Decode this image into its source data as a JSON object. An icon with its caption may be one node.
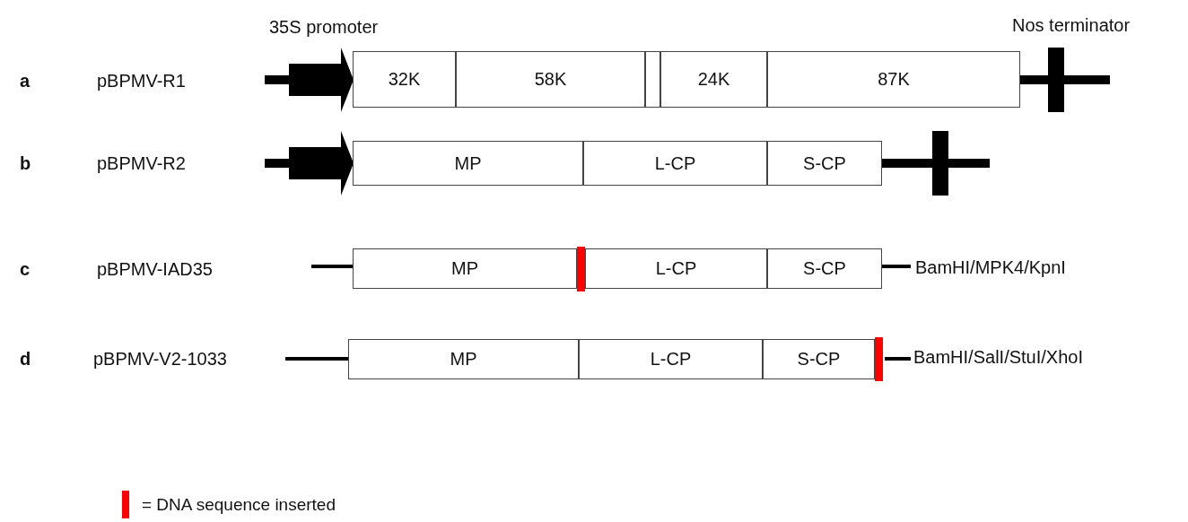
{
  "diagram": {
    "nodes": [
      {
        "text": [
          "32K"
        ]
      },
      {
        "text": [
          "58K"
        ]
      },
      {
        "text": [],
        "shape": "box"
      },
      {
        "text": [
          "24K"
        ]
      },
      {
        "text": [
          "87K"
        ]
      },
      {
        "text": [
          "MP"
        ]
      },
      {
        "text": [
          "L-CP"
        ]
      },
      {
        "text": [
          "S-CP"
        ]
      },
      {
        "text": [
          "MP"
        ]
      },
      {
        "text": [
          "L-CP"
        ]
      },
      {
        "text": [
          "S-CP"
        ]
      },
      {
        "text": [
          "MP"
        ]
      },
      {
        "text": [
          "L-CP"
        ]
      },
      {
        "text": [
          "S-CP"
        ]
      }
    ],
    "edges": [],
    "labels": [
      "35S promoter",
      "Nos terminator",
      "a",
      "pBPMV-R1",
      "b",
      "pBPMV-R2",
      "c",
      "pBPMV-IAD35",
      "BamHI/MPK4/KpnI",
      "d",
      "pBPMV-V2-1033",
      "BamHI/SalI/StuI/XhoI"
    ],
    "legend": [
      {
        "text": "= DNA sequence inserted",
        "color": "#ff0000"
      }
    ]
  }
}
